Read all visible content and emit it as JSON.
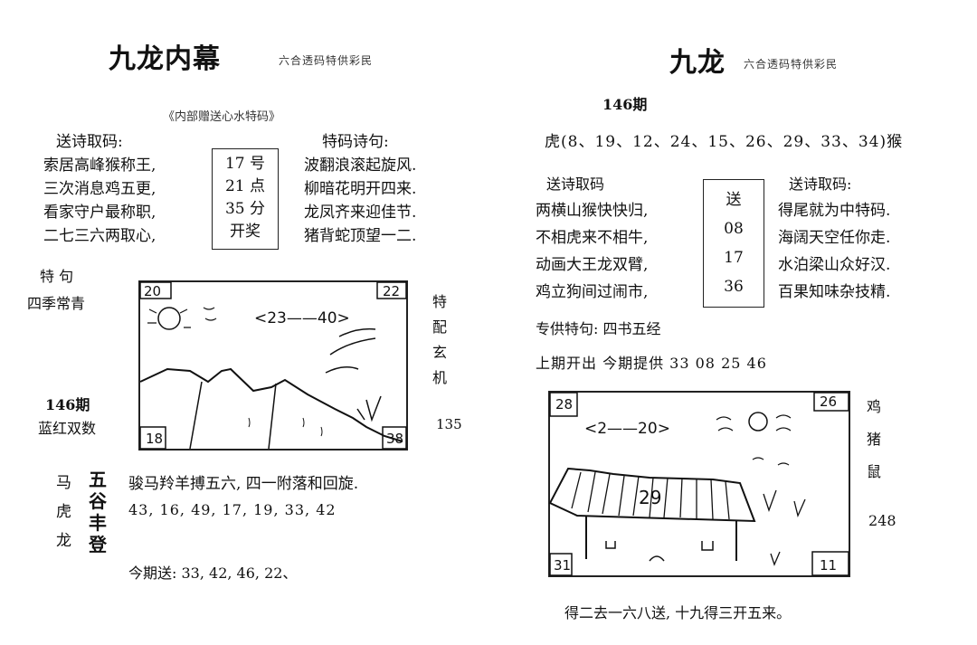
{
  "left": {
    "title": "九龙内幕",
    "subtitle": "六合透码特供彩民",
    "banner": "《内部赠送心水特码》",
    "poem_header_left": "送诗取码:",
    "poem_header_right": "特码诗句:",
    "poem_left": [
      "索居高峰猴称王,",
      "三次消息鸡五更,",
      "看家守户最称职,",
      "二七三六两取心,"
    ],
    "draw_box": [
      "17 号",
      "21 点",
      "35 分",
      "开奖"
    ],
    "poem_right": [
      "波翻浪滚起旋风.",
      "柳暗花明开四来.",
      "龙凤齐来迎佳节.",
      "猪背蛇顶望一二."
    ],
    "special_label": "特   句",
    "special_text": "四季常青",
    "issue": "146期",
    "issue_text": "蓝红双数",
    "right_vertical": [
      "特",
      "配",
      "玄",
      "机"
    ],
    "right_number": "135",
    "picture": {
      "top_left": "20",
      "top_right": "22",
      "bottom_left": "18",
      "bottom_right": "38",
      "arrow_text": "<23——40>"
    },
    "animals": [
      "马",
      "虎",
      "龙"
    ],
    "bold_vertical": [
      "五",
      "谷",
      "丰",
      "登"
    ],
    "verse": "骏马羚羊搏五六, 四一附落和回旋.",
    "numbers": "43, 16, 49, 17, 19, 33, 42",
    "send": "今期送: 33, 42, 46, 22、"
  },
  "right": {
    "title": "九龙",
    "subtitle": "六合透码特供彩民",
    "issue": "146期",
    "tiger_line": "虎(8、19、12、24、15、26、29、33、34)猴",
    "header_left": "送诗取码",
    "header_right": "送诗取码:",
    "poem_left": [
      "两横山猴快快归,",
      "不相虎来不相牛,",
      "动画大王龙双臂,",
      "鸡立狗间过闹市,"
    ],
    "box_items": [
      "送",
      "08",
      "17",
      "36"
    ],
    "poem_right": [
      "得尾就为中特码.",
      "海阔天空任你走.",
      "水泊梁山众好汉.",
      "百果知味杂技精."
    ],
    "special": "专供特句:  四书五经",
    "partial_line": "上期开出    今期提供 33  08  25 46",
    "picture": {
      "top_left": "28",
      "top_right": "26",
      "bottom_left": "31",
      "bottom_right": "11",
      "arrow_text": "<2——20>",
      "roof_number": "29"
    },
    "side_vertical": [
      "鸡",
      "猪",
      "鼠"
    ],
    "side_number": "248",
    "bottom_line": "得二去一六八送, 十九得三开五来。"
  }
}
